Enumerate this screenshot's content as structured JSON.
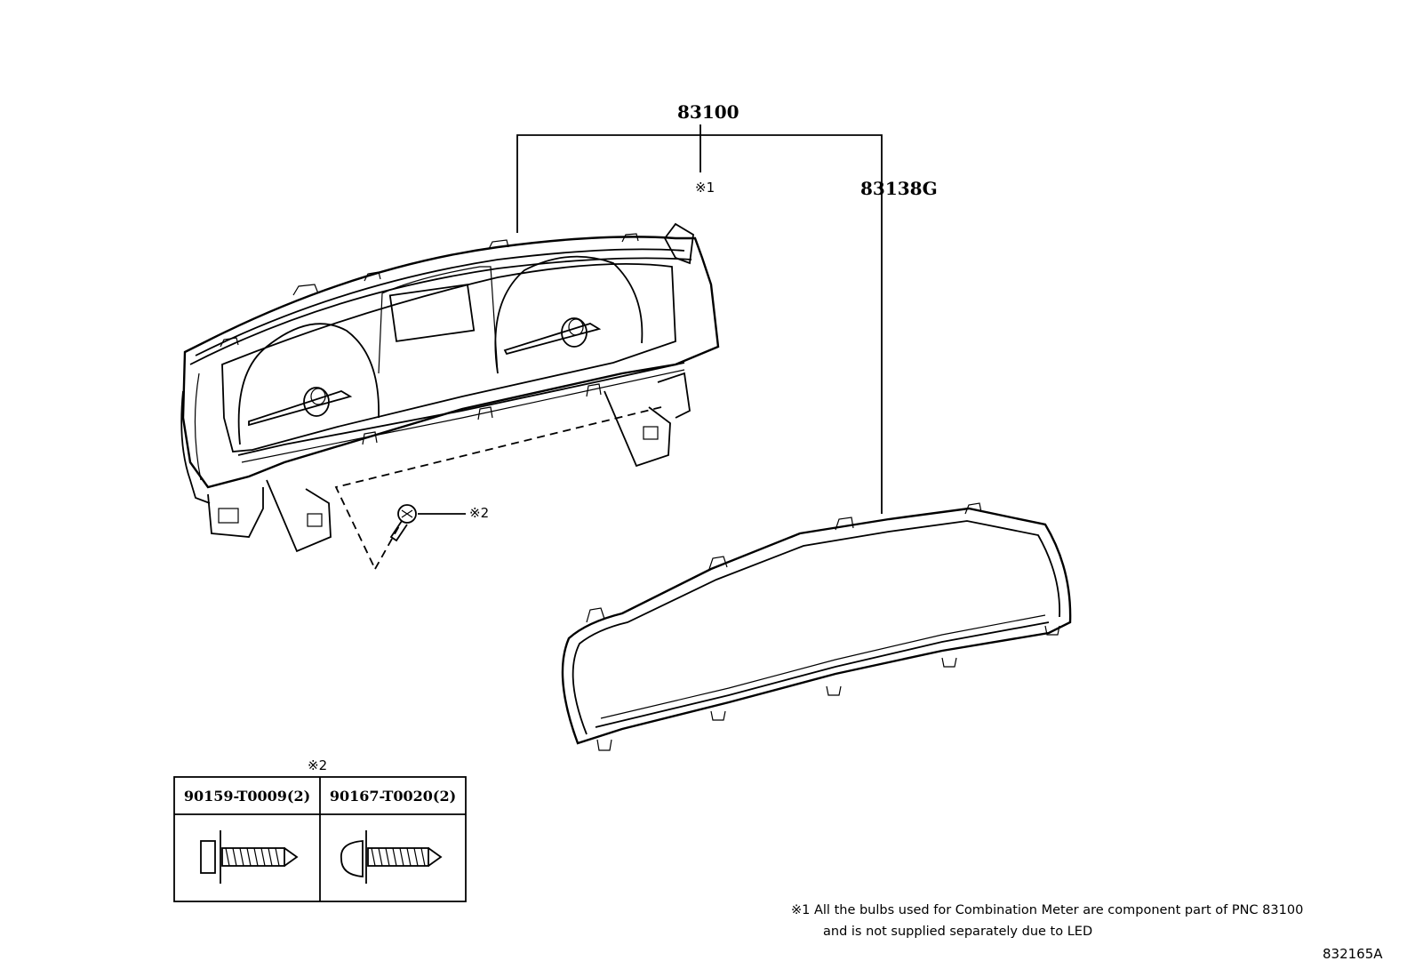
{
  "callouts": {
    "part_83100": "83100",
    "part_83138g": "83138G",
    "ref_note1": "※1",
    "ref_note2": "※2",
    "table_ref": "※2"
  },
  "fastener_table": {
    "columns": [
      {
        "part_number": "90159-T0009(2)",
        "icon": "hex-head-screw-icon"
      },
      {
        "part_number": "90167-T0020(2)",
        "icon": "round-head-screw-icon"
      }
    ]
  },
  "footnote": {
    "line1": "※1  All the bulbs used for Combination Meter are component part of PNC 83100",
    "line2": "and is not supplied separately due to LED"
  },
  "illustration_id": "832165A"
}
